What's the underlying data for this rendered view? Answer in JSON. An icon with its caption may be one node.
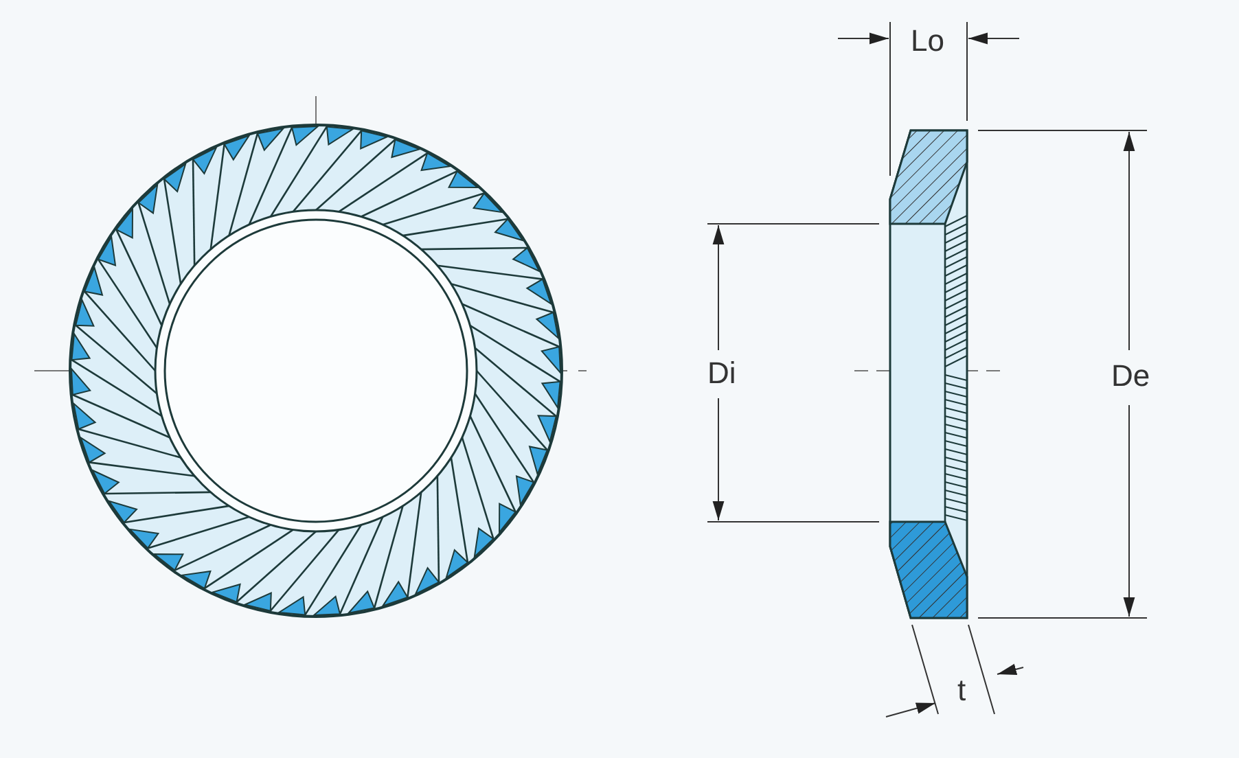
{
  "diagram": {
    "labels": [
      "Lo",
      "Di",
      "De",
      "t"
    ]
  }
}
